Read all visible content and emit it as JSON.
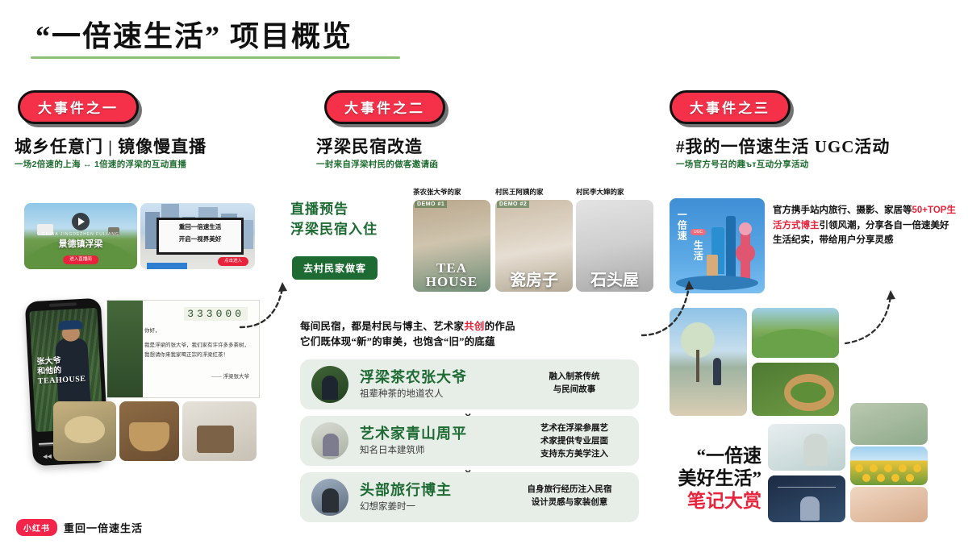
{
  "slide": {
    "title": "“一倍速生活” 项目概览",
    "accent_green": "#8cc07a",
    "accent_red": "#f5314a",
    "accent_dark_green": "#1d6a33"
  },
  "footer": {
    "logo": "小红书",
    "tagline": "重回一倍速生活"
  },
  "sections": [
    {
      "badge": "大事件之一",
      "title": "城乡任意门 | 镜像慢直播",
      "subtitle": "一场2倍速的上海 ↔ 1倍速的浮梁的互动直播",
      "thumb1": {
        "small_caption": "CHINA JINGDEZHEN FULIANG",
        "caption": "景德镇浮梁",
        "chip": "进入直播间",
        "icon": "play-icon"
      },
      "thumb2": {
        "line1": "重回一倍速生活",
        "line2": "开启一视界美好",
        "chip": "点击进入"
      },
      "phone": {
        "line1": "张大爷",
        "line2": "和他的",
        "line3": "TEAHOUSE",
        "controls": [
          "◀◀",
          "❚❚",
          "▶▶"
        ]
      },
      "letter": {
        "number": "333000",
        "greeting": "你好，",
        "body": "我是浮梁的张大爷，我们家有许许多多茶树，我想请你来我家喝正宗的浮梁红茶！",
        "signature": "—— 浮梁张大爷"
      }
    },
    {
      "badge": "大事件之二",
      "title": "浮梁民宿改造",
      "subtitle": "一封来自浮梁村民的做客邀请函",
      "live": {
        "headline_line1": "直播预告",
        "headline_line2": "浮梁民宿入住",
        "button": "去村民家做客"
      },
      "demos": [
        {
          "label": "茶农张大爷的家",
          "tag": "DEMO #1",
          "overlay": "TEA HOUSE"
        },
        {
          "label": "村民王阿姨的家",
          "tag": "DEMO #2",
          "overlay": "瓷房子"
        },
        {
          "label": "村民李大婶的家",
          "tag": "",
          "overlay": "石头屋"
        }
      ],
      "note": {
        "line1_a": "每间民宿，都是村民与博主、艺术家",
        "line1_hl": "共创",
        "line1_b": "的作品",
        "line2": "它们既体现“新”的审美，也饱含“旧”的底蕴"
      },
      "partners": [
        {
          "name": "浮梁茶农张大爷",
          "role": "祖辈种茶的地道农人",
          "desc": "融入制茶传统\n与民间故事"
        },
        {
          "name": "艺术家青山周平",
          "role": "知名日本建筑师",
          "desc": "艺术在浮梁参展艺\n术家提供专业层面\n支持东方美学注入"
        },
        {
          "name": "头部旅行博主",
          "role": "幻想家姜时一",
          "desc": "自身旅行经历注入民宿\n设计灵感与家装创意"
        }
      ],
      "separator": "×"
    },
    {
      "badge": "大事件之三",
      "title": "#我的一倍速生活 UGC活动",
      "subtitle": "一场官方号召的趣ът互动分享活动",
      "poster": {
        "left_text": "一倍速",
        "right_text": "生活",
        "chip": "UGC"
      },
      "body": {
        "part1": "官方携手站内旅行、摄影、家居等",
        "hl1": "50+TOP生活方式",
        "part2": "",
        "hl2": "博主",
        "part3": "引领风潮，分享各自一倍速美好生活纪实，带给用户分享灵感"
      },
      "gallery_title": {
        "line1": "“一倍速",
        "line2": "美好生活”",
        "line3": "笔记大赏"
      }
    }
  ]
}
